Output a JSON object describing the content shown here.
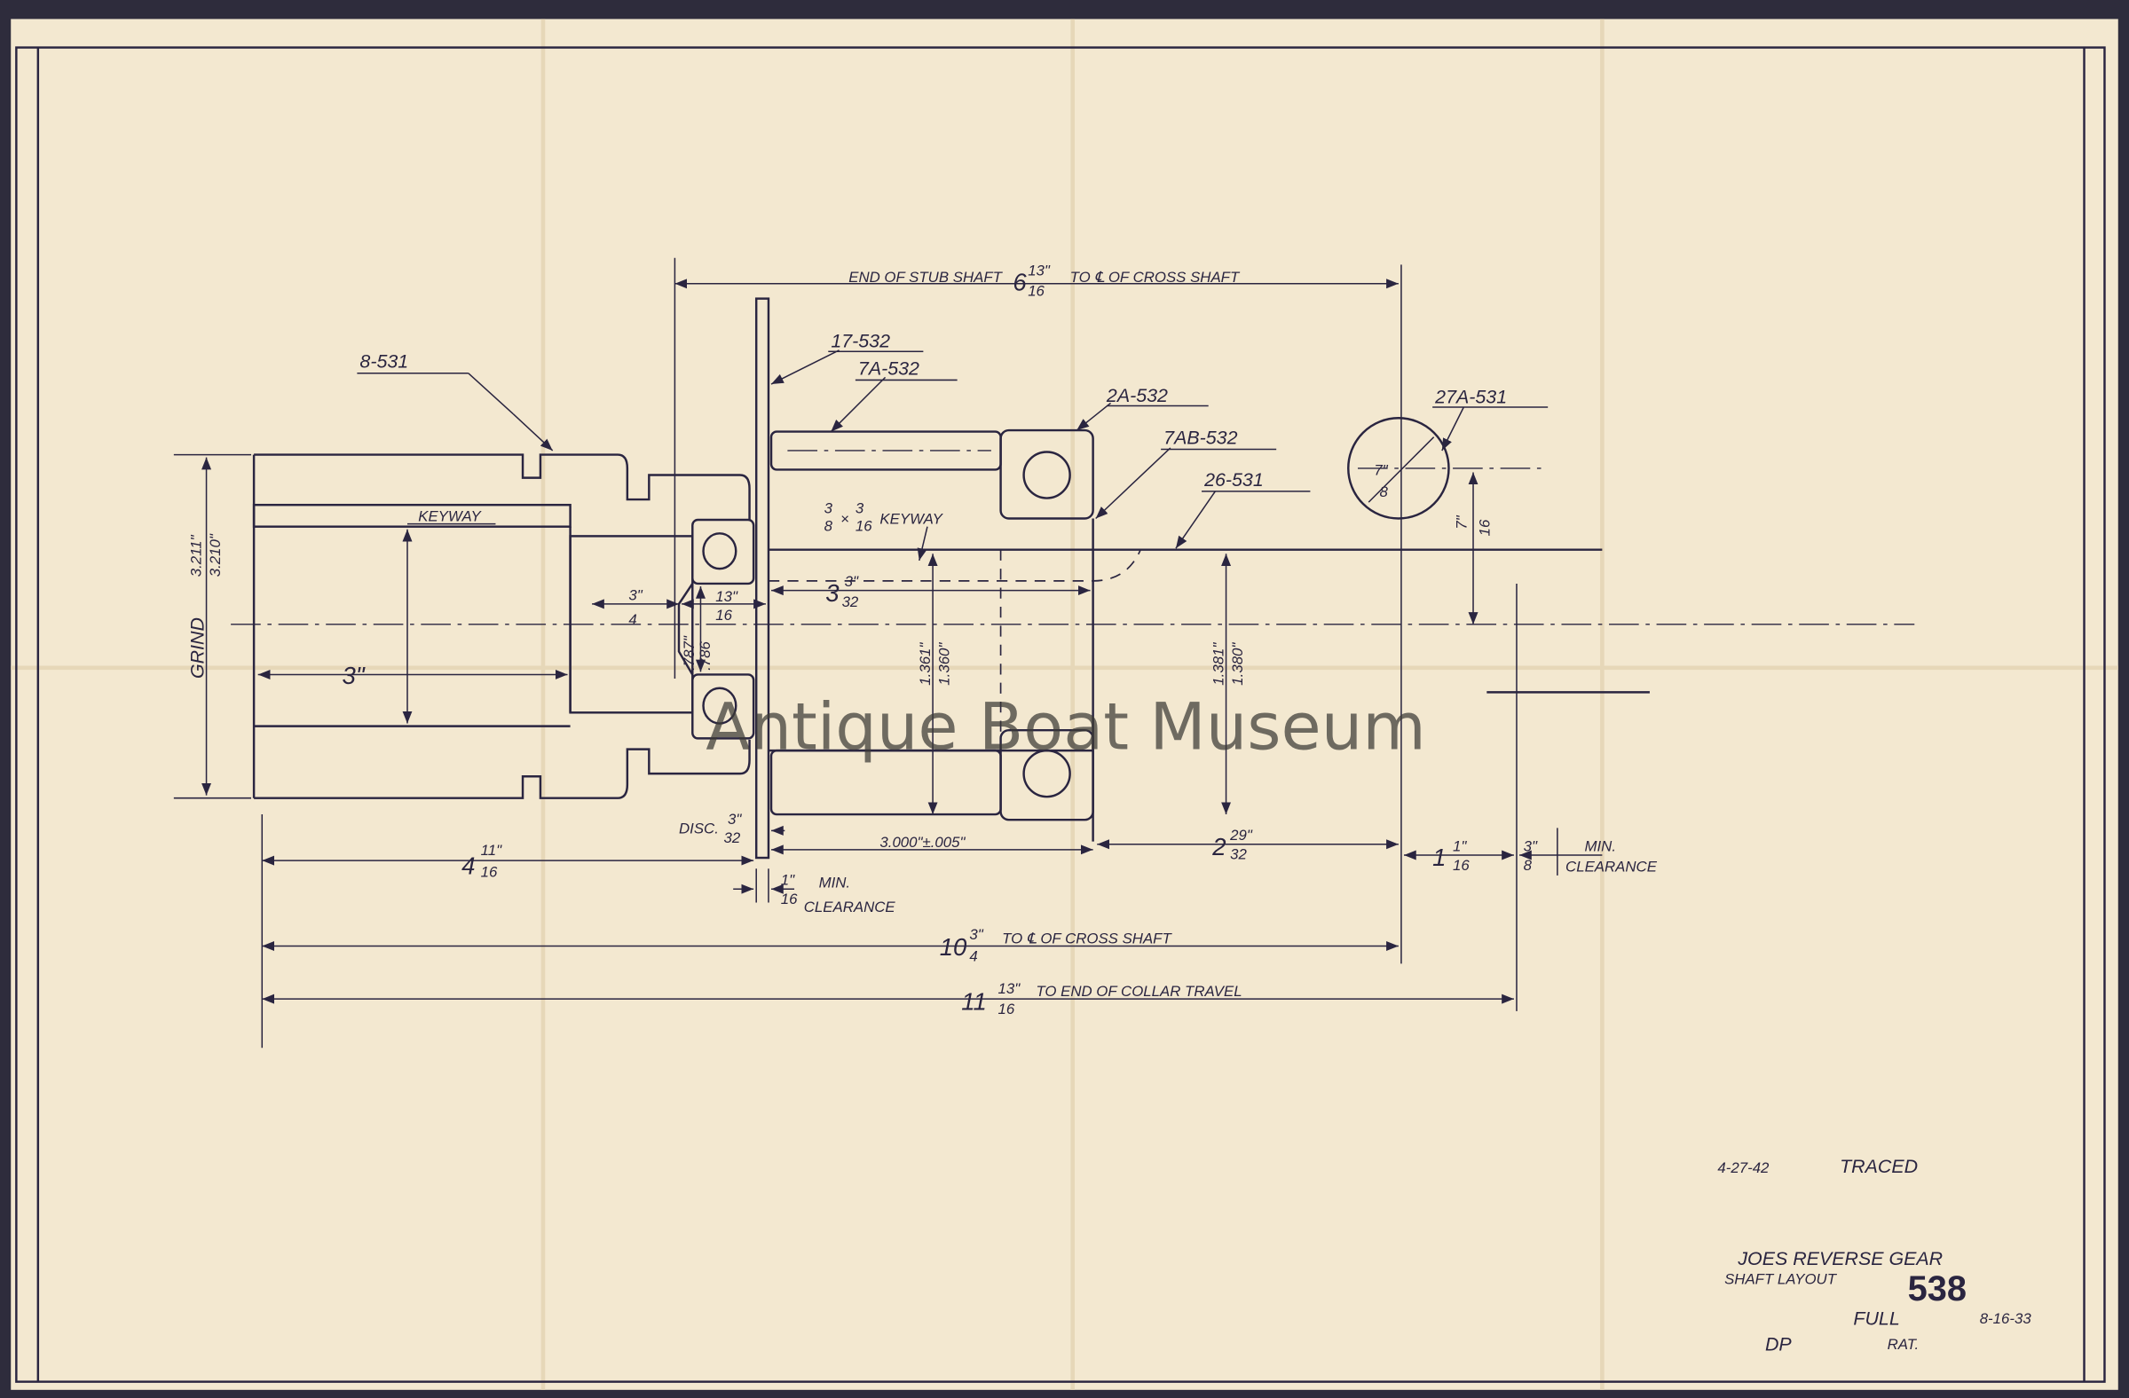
{
  "watermark": "Antique Boat Museum",
  "title_block": {
    "traced_date": "4-27-42",
    "traced_label": "TRACED",
    "title_line1": "JOES REVERSE GEAR",
    "title_line2": "SHAFT LAYOUT",
    "drawing_number": "538",
    "scale": "FULL",
    "date": "8-16-33",
    "drawn_by": "DP",
    "checked_by": "RAT."
  },
  "part_labels": [
    "8-531",
    "17-532",
    "7A-532",
    "2A-532",
    "7AB-532",
    "26-531",
    "27A-531"
  ],
  "dimensions": {
    "top_prefix": "END OF STUB SHAFT",
    "top_whole": "6",
    "top_num": "13\"",
    "top_den": "16",
    "top_suffix": "TO ℄ OF CROSS SHAFT",
    "keyway_label": "KEYWAY",
    "keyway_size_num1": "3",
    "keyway_size_den1": "8",
    "keyway_size_num2": "3",
    "keyway_size_den2": "16",
    "keyway_size_label": "KEYWAY",
    "grind_label": "GRIND",
    "grind_max": "3.211\"",
    "grind_min": "3.210\"",
    "three_inch": "3\"",
    "three_quarter_num": "3\"",
    "three_quarter_den": "4",
    "thirteen_sixteenths_num": "13\"",
    "thirteen_sixteenths_den": "16",
    "bore_max": ".787\"",
    "bore_min": ".786",
    "len_whole": "3",
    "len_num": "3\"",
    "len_den": "32",
    "dia1_max": "1.361\"",
    "dia1_min": "1.360\"",
    "dia2_max": "1.381\"",
    "dia2_min": "1.380\"",
    "circle_num": "7\"",
    "circle_den": "8",
    "circle_offset_num": "7\"",
    "circle_offset_den": "16",
    "disc_label": "DISC.",
    "disc_num": "3\"",
    "disc_den": "32",
    "left_whole": "4",
    "left_num": "11\"",
    "left_den": "16",
    "sleeve_len": "3.000\"±.005\"",
    "mid_whole": "2",
    "mid_num": "29\"",
    "mid_den": "32",
    "r1_whole": "1",
    "r1_num": "1\"",
    "r1_den": "16",
    "r2_num": "3\"",
    "r2_den": "8",
    "min_label": "MIN.",
    "clearance_label": "CLEARANCE",
    "clr_num": "1\"",
    "clr_den": "16",
    "clr_min": "MIN.",
    "clr_label": "CLEARANCE",
    "total1_whole": "10",
    "total1_num": "3\"",
    "total1_den": "4",
    "total1_suffix": "TO ℄ OF CROSS SHAFT",
    "total2_whole": "11",
    "total2_num": "13\"",
    "total2_den": "16",
    "total2_suffix": "TO END OF COLLAR TRAVEL"
  },
  "colors": {
    "paper": "#f3e8d0",
    "ink": "#2a2540",
    "edge": "#2e2c3c"
  }
}
